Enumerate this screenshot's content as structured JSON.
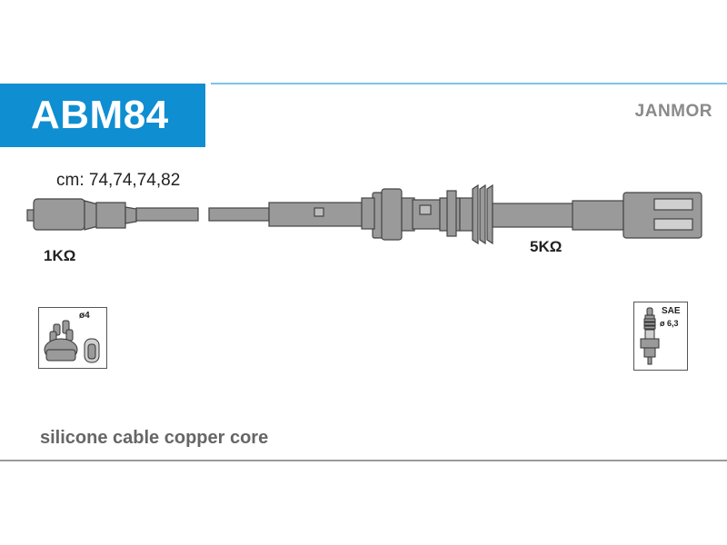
{
  "header": {
    "product_code": "ABM84",
    "brand": "JANMOR"
  },
  "spec": {
    "lengths": "cm: 74,74,74,82",
    "resistance_left": "1KΩ",
    "resistance_right": "5KΩ"
  },
  "distributor_icon": {
    "label": "ø4"
  },
  "spark_plug_icon": {
    "standard": "SAE",
    "diameter": "ø 6,3"
  },
  "footer": {
    "description": "silicone cable copper core"
  },
  "colors": {
    "accent": "#0f8ed1",
    "accent_line": "#7cc5e6",
    "cable_fill": "#9a9a9a"
  }
}
